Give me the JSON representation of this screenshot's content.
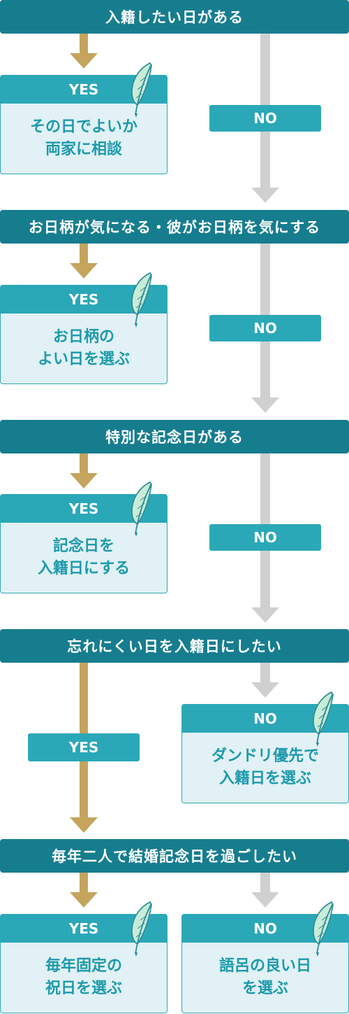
{
  "colors": {
    "question_bar": "#167d8f",
    "yes_arrow": "#c5a45c",
    "no_arrow": "#d0d0d0",
    "pill": "#2aa8b8",
    "card_bg": "#e1f1f5",
    "card_text": "#1d9aab"
  },
  "icons": {
    "card_decoration": "quill-pen-icon"
  },
  "questions": [
    "入籍したい日がある",
    "お日柄が気になる・彼がお日柄を気にする",
    "特別な記念日がある",
    "忘れにくい日を入籍日にしたい",
    "毎年二人で結婚記念日を過ごしたい"
  ],
  "yes_label": "YES",
  "no_label": "NO",
  "results": {
    "q1_yes": {
      "line1": "その日でよいか",
      "line2": "両家に相談"
    },
    "q2_yes": {
      "line1": "お日柄の",
      "line2": "よい日を選ぶ"
    },
    "q3_yes": {
      "line1": "記念日を",
      "line2": "入籍日にする"
    },
    "q4_no": {
      "line1": "ダンドリ優先で",
      "line2": "入籍日を選ぶ"
    },
    "q5_yes": {
      "line1": "毎年固定の",
      "line2": "祝日を選ぶ"
    },
    "q5_no": {
      "line1": "語呂の良い日",
      "line2": "を選ぶ"
    }
  }
}
